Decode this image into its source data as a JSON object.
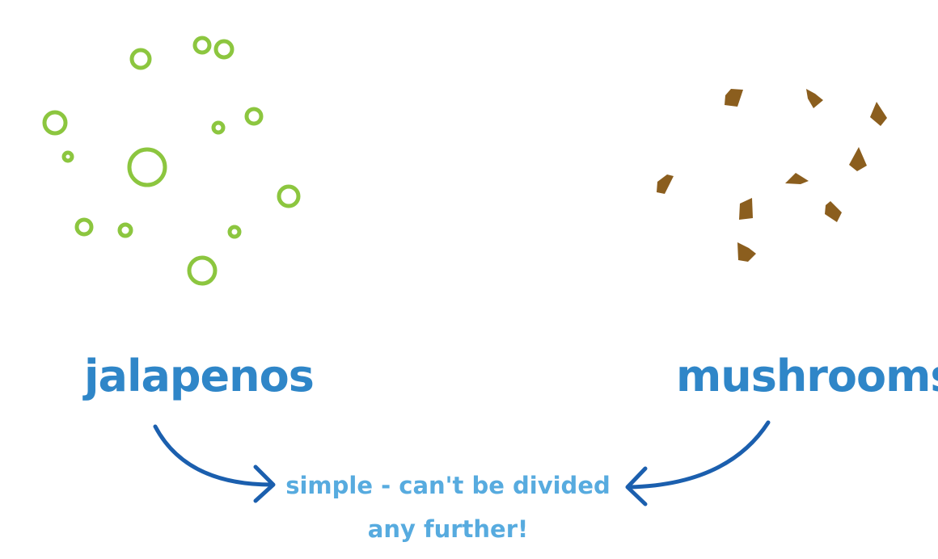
{
  "labels": {
    "jalapenos": "jalapenos",
    "mushrooms": "mushrooms",
    "note_line1": "simple - can't be divided",
    "note_line2": "any further!"
  },
  "colors": {
    "label_blue": "#2f86c8",
    "note_blue": "#57abdf",
    "arrow_blue": "#1b5fae",
    "jalapeno_green": "#8cc63f",
    "mushroom_brown": "#8b5e1e"
  },
  "icons": {
    "jalapeno_piece": "ring",
    "mushroom_piece": "brown-chunk",
    "arrow": "curved-arrow"
  }
}
